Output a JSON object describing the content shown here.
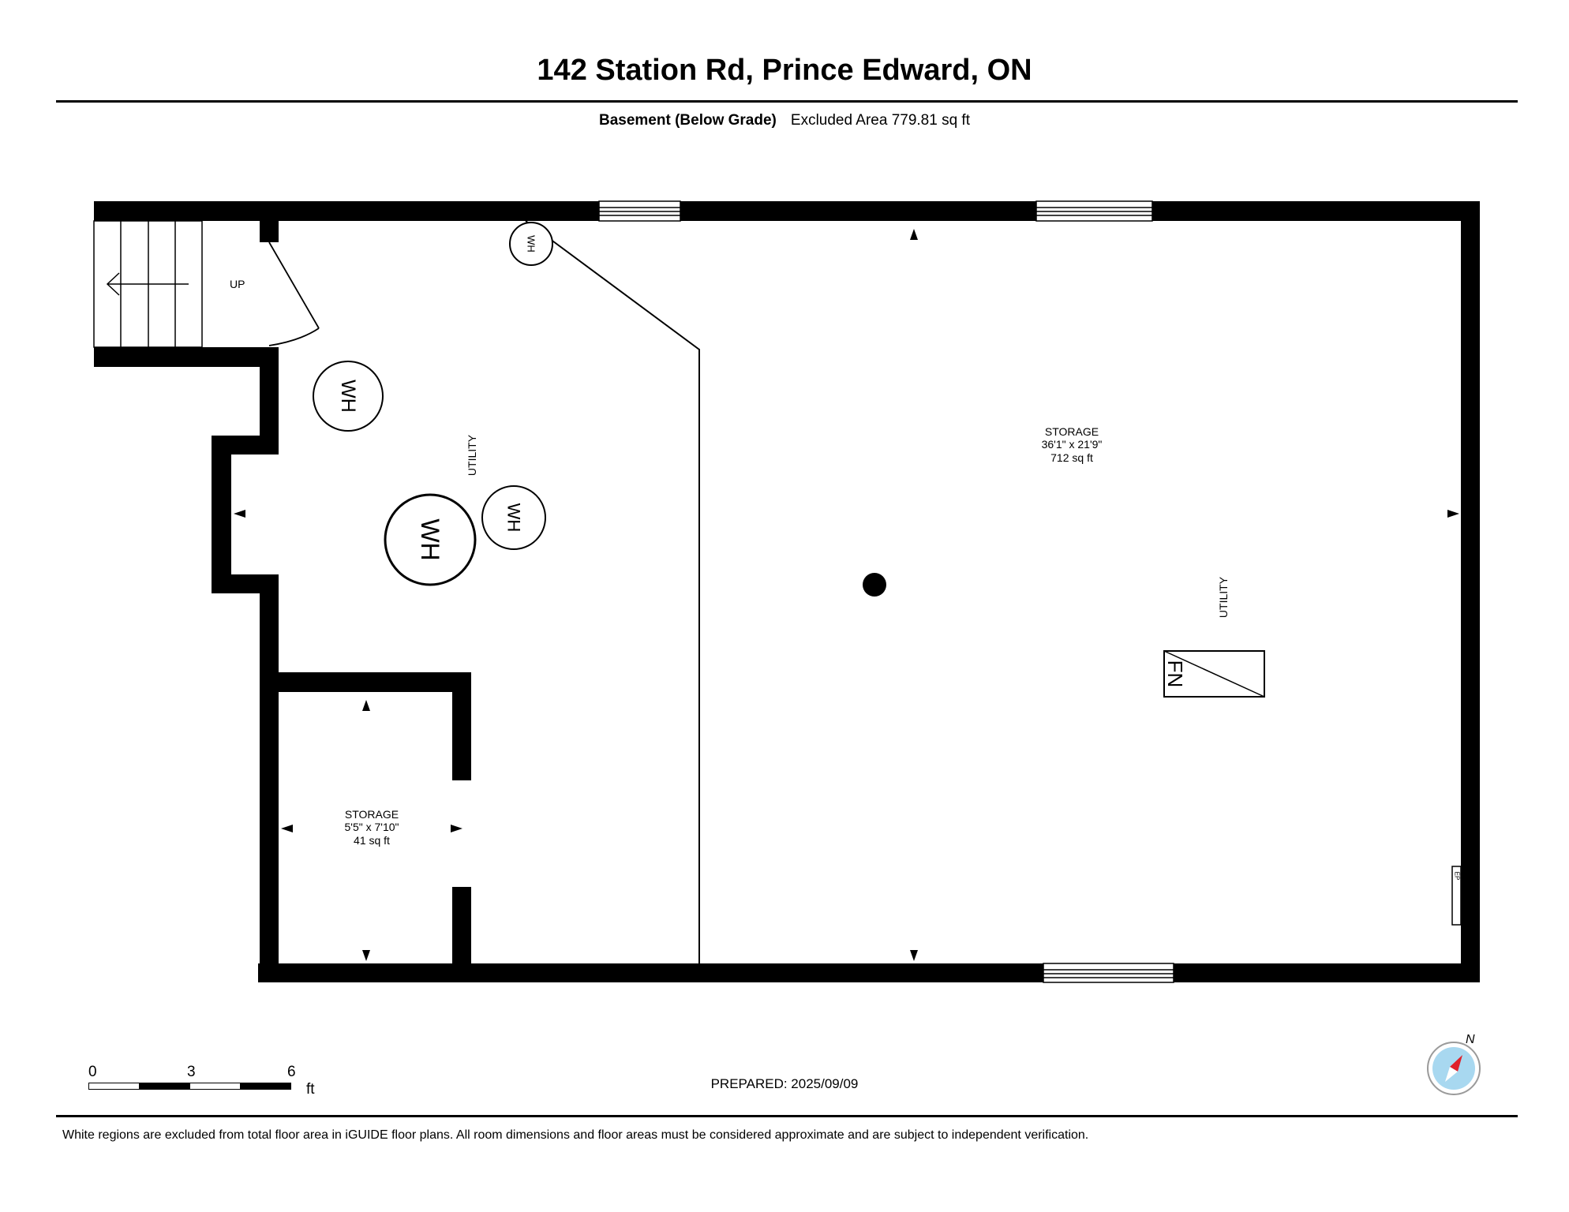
{
  "header": {
    "title": "142 Station Rd, Prince Edward, ON",
    "level_name": "Basement (Below Grade)",
    "excluded_area": "Excluded Area 779.81 sq ft"
  },
  "rooms": {
    "storage_large": {
      "name": "STORAGE",
      "dims": "36'1\" x 21'9\"",
      "area": "712 sq ft"
    },
    "storage_small": {
      "name": "STORAGE",
      "dims": "5'5\" x 7'10\"",
      "area": "41 sq ft"
    },
    "utility_left": "UTILITY",
    "utility_right": "UTILITY",
    "stairs_label": "UP"
  },
  "fixtures": {
    "water_heater": "WH",
    "furnace": "FN",
    "panel": "EP"
  },
  "scale": {
    "ticks": [
      "0",
      "3",
      "6"
    ],
    "unit": "ft"
  },
  "compass": {
    "north_label": "N"
  },
  "footer": {
    "prepared": "PREPARED: 2025/09/09",
    "disclaimer": "White regions are excluded from total floor area in iGUIDE floor plans. All room dimensions and floor areas must be considered approximate and are subject to independent verification."
  }
}
